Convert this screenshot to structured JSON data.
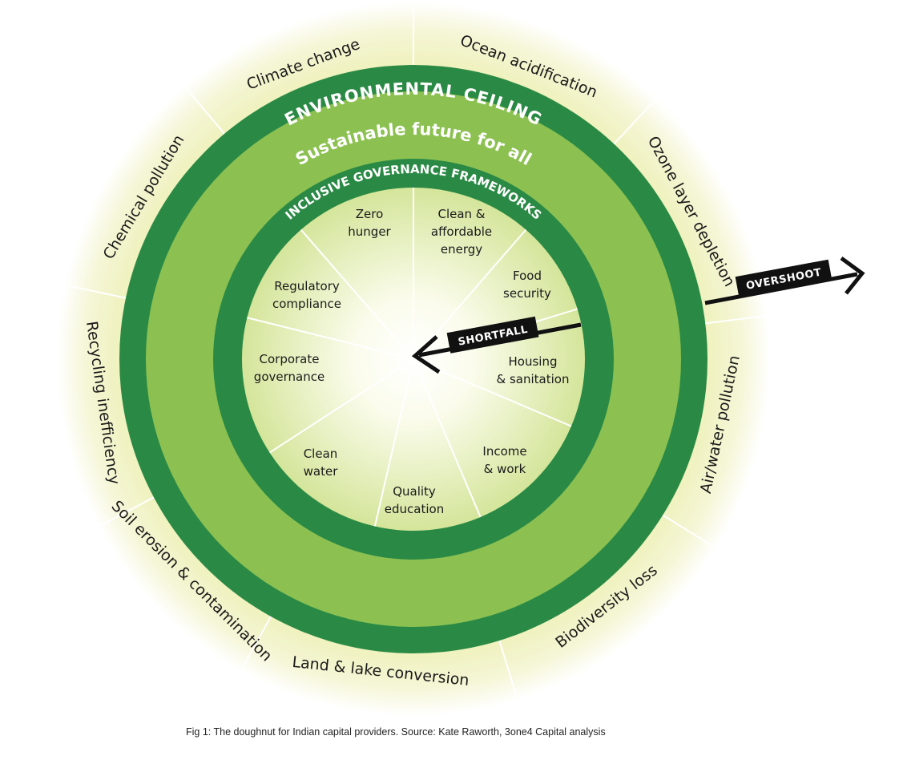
{
  "ring_labels": {
    "outer_title": "ENVIRONMENTAL CEILING",
    "middle": "Sustainable future for all",
    "inner_title": "INCLUSIVE GOVERNANCE FRAMEWORKS"
  },
  "environmental_segments": [
    {
      "id": "climate",
      "label": "Climate change"
    },
    {
      "id": "ocean",
      "label": "Ocean acidification"
    },
    {
      "id": "ozone",
      "label": "Ozone layer depletion"
    },
    {
      "id": "air",
      "label": "Air/water pollution"
    },
    {
      "id": "bio",
      "label": "Biodiversity loss"
    },
    {
      "id": "land",
      "label": "Land & lake conversion"
    },
    {
      "id": "soil",
      "label": "Soil erosion & contamination"
    },
    {
      "id": "recycling",
      "label": "Recycling inefficiency"
    },
    {
      "id": "chemical",
      "label": "Chemical pollution"
    }
  ],
  "social_segments": [
    {
      "id": "zero",
      "lines": [
        "Zero",
        "hunger"
      ]
    },
    {
      "id": "energy",
      "lines": [
        "Clean &",
        "affordable",
        "energy"
      ]
    },
    {
      "id": "food",
      "lines": [
        "Food",
        "security"
      ]
    },
    {
      "id": "housing",
      "lines": [
        "Housing",
        "& sanitation"
      ]
    },
    {
      "id": "income",
      "lines": [
        "Income",
        "& work"
      ]
    },
    {
      "id": "education",
      "lines": [
        "Quality",
        "education"
      ]
    },
    {
      "id": "water",
      "lines": [
        "Clean",
        "water"
      ]
    },
    {
      "id": "corporate",
      "lines": [
        "Corporate",
        "governance"
      ]
    },
    {
      "id": "regulatory",
      "lines": [
        "Regulatory",
        "compliance"
      ]
    }
  ],
  "arrows": {
    "overshoot": "OVERSHOOT",
    "shortfall": "SHORTFALL"
  },
  "colors": {
    "dark_green": "#2a8a45",
    "light_green": "#8cc152",
    "glow_yellow": "#eef0b8",
    "divider": "#ffffff",
    "arrow": "#111111"
  },
  "caption": "Fig 1: The doughnut for Indian capital providers. Source: Kate Raworth, 3one4 Capital analysis"
}
